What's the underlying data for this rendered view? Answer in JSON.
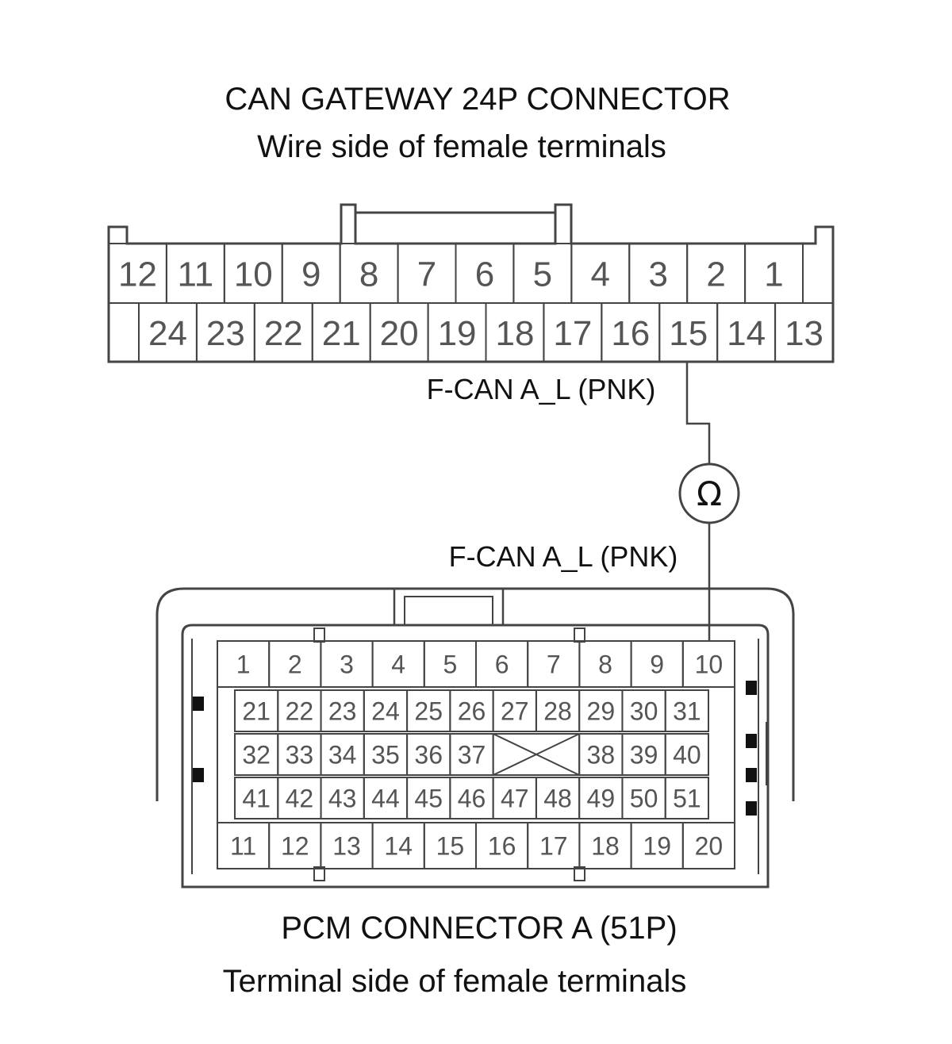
{
  "top_connector": {
    "title": "CAN GATEWAY 24P CONNECTOR",
    "subtitle": "Wire side of female terminals",
    "row1": [
      "12",
      "11",
      "10",
      "9",
      "8",
      "7",
      "6",
      "5",
      "4",
      "3",
      "2",
      "1"
    ],
    "row2": [
      "24",
      "23",
      "22",
      "21",
      "20",
      "19",
      "18",
      "17",
      "16",
      "15",
      "14",
      "13"
    ]
  },
  "wire": {
    "label_top": "F-CAN A_L (PNK)",
    "label_bottom": "F-CAN A_L (PNK)",
    "meter_symbol": "Ω",
    "from_pin": "15",
    "to_pin": "10"
  },
  "pcm_connector": {
    "title": "PCM CONNECTOR A (51P)",
    "subtitle": "Terminal side of female terminals",
    "row_top": [
      "1",
      "2",
      "3",
      "4",
      "5",
      "6",
      "7",
      "8",
      "9",
      "10"
    ],
    "row_a": [
      "21",
      "22",
      "23",
      "24",
      "25",
      "26",
      "27",
      "28",
      "29",
      "30",
      "31"
    ],
    "row_b_left": [
      "32",
      "33",
      "34",
      "35",
      "36",
      "37"
    ],
    "row_b_right": [
      "38",
      "39",
      "40"
    ],
    "row_c": [
      "41",
      "42",
      "43",
      "44",
      "45",
      "46",
      "47",
      "48",
      "49",
      "50",
      "51"
    ],
    "row_bottom": [
      "11",
      "12",
      "13",
      "14",
      "15",
      "16",
      "17",
      "18",
      "19",
      "20"
    ]
  }
}
